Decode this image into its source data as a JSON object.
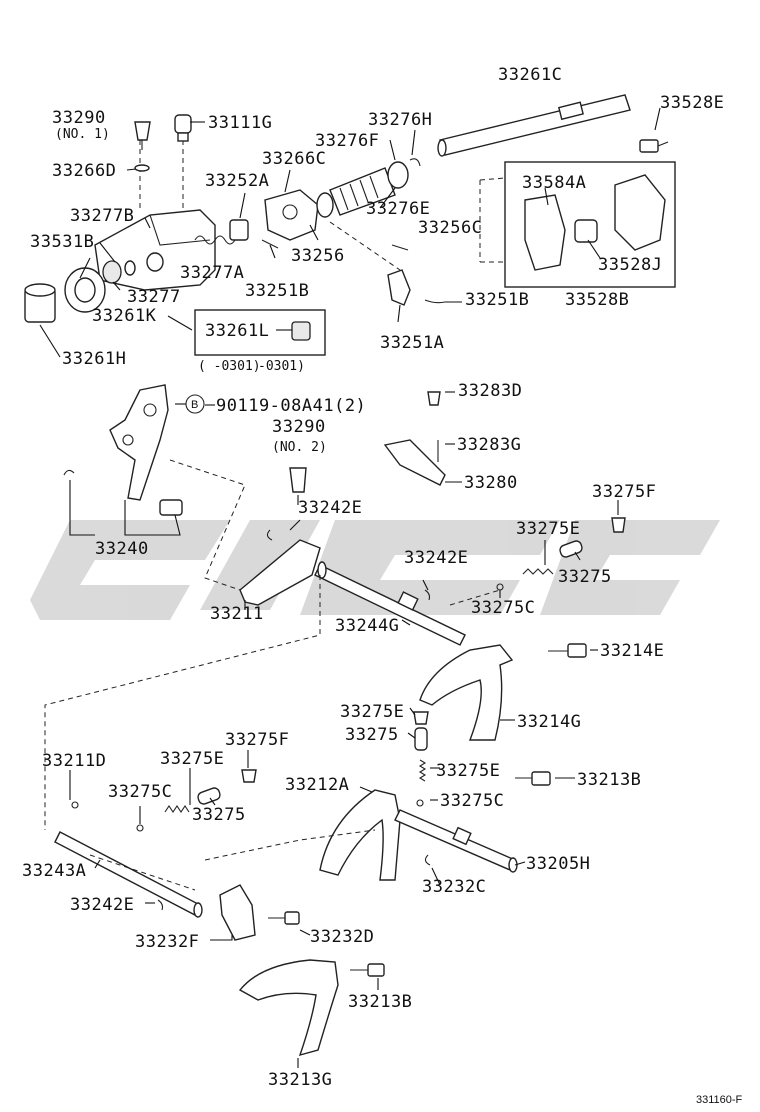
{
  "colors": {
    "line": "#222222",
    "watermark": "#d3d3d3",
    "background": "#ffffff"
  },
  "labels": {
    "p33290_1": "33290",
    "p33290_1_sub": "(NO. 1)",
    "p33111G": "33111G",
    "p33276H": "33276H",
    "p33276F": "33276F",
    "p33266C": "33266C",
    "p33266D": "33266D",
    "p33252A": "33252A",
    "p33276E": "33276E",
    "p33277B": "33277B",
    "p33256C": "33256C",
    "p33531B": "33531B",
    "p33256": "33256",
    "p33277A": "33277A",
    "p33277": "33277",
    "p33251B_a": "33251B",
    "p33261K": "33261K",
    "p33261L": "33261L",
    "p33261L_range": "(      -0301)",
    "p33261H": "33261H",
    "p33261C": "33261C",
    "p33528E": "33528E",
    "p33584A": "33584A",
    "p33528J": "33528J",
    "p33251B_b": "33251B",
    "p33528B": "33528B",
    "p33251A": "33251A",
    "p33283D": "33283D",
    "bolt_circle": "B",
    "p90119": "90119-08A41(2)",
    "p33290_2": "33290",
    "p33290_2_sub": "(NO. 2)",
    "p33283G": "33283G",
    "p33280": "33280",
    "p33275F_a": "33275F",
    "p33242E_a": "33242E",
    "p33275E_a": "33275E",
    "p33240": "33240",
    "p33242E_b": "33242E",
    "p33275_a": "33275",
    "p33211": "33211",
    "p33275C_a": "33275C",
    "p33244G": "33244G",
    "p33214E": "33214E",
    "p33275E_b": "33275E",
    "p33214G": "33214G",
    "p33275_b": "33275",
    "p33211D": "33211D",
    "p33275F_b": "33275F",
    "p33275E_c": "33275E",
    "p33275E_d": "33275E",
    "p33212A": "33212A",
    "p33213B_a": "33213B",
    "p33275C_b": "33275C",
    "p33275C_c": "33275C",
    "p33275_c": "33275",
    "p33205H": "33205H",
    "p33243A": "33243A",
    "p33232C": "33232C",
    "p33242E_c": "33242E",
    "p33232F": "33232F",
    "p33232D": "33232D",
    "p33213B_b": "33213B",
    "p33213G": "33213G",
    "drawing_code": "331160-F"
  }
}
